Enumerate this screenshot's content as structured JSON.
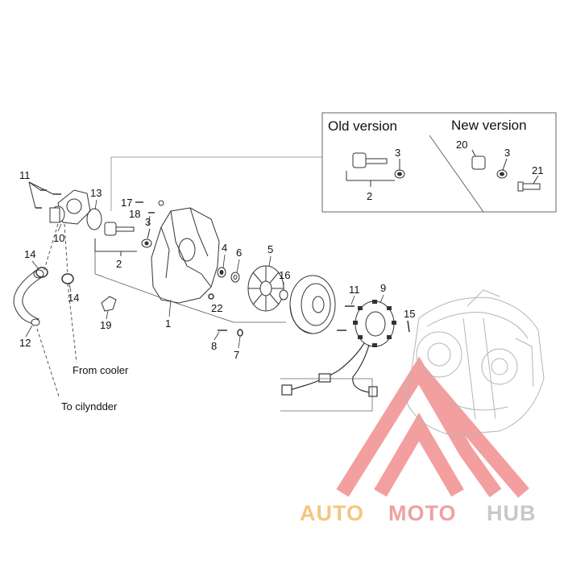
{
  "inset": {
    "old_version": "Old version",
    "new_version": "New version"
  },
  "callouts": {
    "c1": "1",
    "c2": "2",
    "c2b": "2",
    "c3a": "3",
    "c3b": "3",
    "c3c": "3",
    "c4": "4",
    "c5": "5",
    "c6": "6",
    "c7": "7",
    "c8": "8",
    "c9": "9",
    "c10": "10",
    "c11a": "11",
    "c11b": "11",
    "c12": "12",
    "c13": "13",
    "c14a": "14",
    "c14b": "14",
    "c15": "15",
    "c16": "16",
    "c17": "17",
    "c18": "18",
    "c19": "19",
    "c20": "20",
    "c21": "21",
    "c22": "22"
  },
  "notes": {
    "from_cooler": "From cooler",
    "to_cylinder": "To cilyndder"
  },
  "watermark": {
    "part1": "AUTO",
    "part2": "MOTO",
    "part3": "HUB",
    "color_auto": "#f5c580",
    "color_moto": "#f0a0a0",
    "color_hub": "#c8c8c8",
    "color_triangle": "#f08080"
  }
}
